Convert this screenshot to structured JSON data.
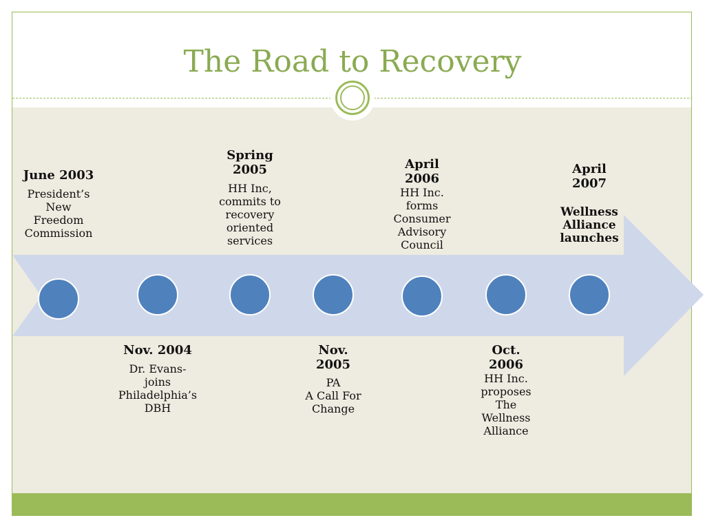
{
  "title": "The Road to Recovery",
  "colors": {
    "title": "#8aaa52",
    "accent_green": "#9bbb59",
    "panel": "#eeebe0",
    "arrow": "#cfd8ea",
    "node": "#4f81bd"
  },
  "events": [
    {
      "date": "June 2003",
      "desc": "President’s\nNew\nFreedom\nCommission",
      "position": "above"
    },
    {
      "date": "Nov. 2004",
      "desc": "Dr. Evans-\njoins\nPhiladelphia’s\nDBH",
      "position": "below"
    },
    {
      "date": "Spring\n2005",
      "desc": "HH Inc,\ncommits to\nrecovery\noriented\nservices",
      "position": "above"
    },
    {
      "date": "Nov.\n2005",
      "desc": "PA\nA Call For\nChange",
      "position": "below"
    },
    {
      "date": "April\n2006",
      "desc": "HH Inc.\nforms\nConsumer\nAdvisory\nCouncil",
      "position": "above"
    },
    {
      "date": "Oct.\n2006",
      "desc": "HH Inc.\nproposes\nThe\nWellness\nAlliance",
      "position": "below"
    },
    {
      "date": "April\n2007",
      "desc": "Wellness\nAlliance\nlaunches",
      "position": "above"
    }
  ]
}
